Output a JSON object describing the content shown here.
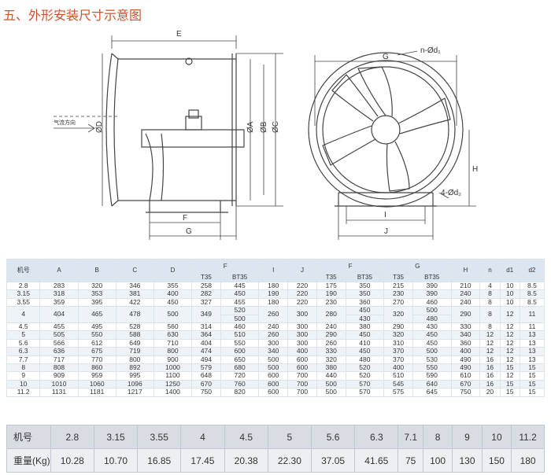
{
  "title": "五、外形安装尺寸示意图",
  "drawing": {
    "labels": {
      "E": "E",
      "D": "ØD",
      "A": "ØA",
      "B": "ØB",
      "C": "ØC",
      "F": "F",
      "G": "G",
      "flow": "气流方向",
      "n": "n-Ød₁",
      "gtop": "G",
      "H": "H",
      "d2": "4-Ød₂",
      "I": "I",
      "J": "J"
    }
  },
  "spec": {
    "head1": [
      "机号",
      "A",
      "B",
      "C",
      "D",
      "F",
      "I",
      "J",
      "F",
      "G",
      "H",
      "n",
      "d1",
      "d2"
    ],
    "head2": [
      "T35",
      "BT35",
      "T35",
      "BT35",
      "T35",
      "BT35"
    ],
    "rows": [
      [
        "2.8",
        "283",
        "320",
        "346",
        "355",
        "258",
        "445",
        "180",
        "220",
        "175",
        "350",
        "215",
        "390",
        "210",
        "4",
        "10",
        "8.5"
      ],
      [
        "3.15",
        "318",
        "353",
        "381",
        "400",
        "282",
        "450",
        "190",
        "220",
        "190",
        "350",
        "230",
        "390",
        "240",
        "8",
        "10",
        "8.5"
      ],
      [
        "3.55",
        "359",
        "395",
        "422",
        "450",
        "327",
        "455",
        "180",
        "220",
        "230",
        "360",
        "270",
        "460",
        "240",
        "8",
        "10",
        "8.5"
      ],
      [
        "4",
        "404",
        "465",
        "478",
        "500",
        "349",
        "520|500",
        "260",
        "300",
        "280",
        "450|430",
        "320",
        "500|480",
        "290",
        "8",
        "12",
        "11"
      ],
      [
        "4.5",
        "455",
        "495",
        "528",
        "560",
        "314",
        "460",
        "240",
        "300",
        "240",
        "380",
        "290",
        "430",
        "330",
        "8",
        "12",
        "11"
      ],
      [
        "5",
        "505",
        "550",
        "588",
        "630",
        "364",
        "510",
        "260",
        "300",
        "290",
        "450",
        "320",
        "450",
        "340",
        "12",
        "12",
        "13"
      ],
      [
        "5.6",
        "566",
        "612",
        "649",
        "710",
        "404",
        "550",
        "300",
        "300",
        "260",
        "410",
        "310",
        "450",
        "360",
        "12",
        "12",
        "13"
      ],
      [
        "6.3",
        "636",
        "675",
        "719",
        "800",
        "474",
        "600",
        "340",
        "400",
        "330",
        "450",
        "370",
        "500",
        "400",
        "12",
        "12",
        "13"
      ],
      [
        "7.7",
        "717",
        "770",
        "800",
        "900",
        "494",
        "650",
        "500",
        "600",
        "320",
        "480",
        "370",
        "530",
        "490",
        "16",
        "12",
        "13"
      ],
      [
        "8",
        "808",
        "860",
        "892",
        "1000",
        "579",
        "680",
        "500",
        "600",
        "380",
        "520",
        "400",
        "550",
        "490",
        "16",
        "15",
        "15"
      ],
      [
        "9",
        "909",
        "959",
        "995",
        "1100",
        "648",
        "720",
        "600",
        "700",
        "440",
        "520",
        "510",
        "590",
        "610",
        "16",
        "12",
        "15"
      ],
      [
        "10",
        "1010",
        "1060",
        "1096",
        "1250",
        "670",
        "760",
        "600",
        "700",
        "500",
        "570",
        "545",
        "640",
        "670",
        "16",
        "15",
        "15"
      ],
      [
        "11.2",
        "1131",
        "1181",
        "1217",
        "1400",
        "750",
        "820",
        "600",
        "700",
        "500",
        "570",
        "575",
        "645",
        "750",
        "20",
        "15",
        "15"
      ]
    ]
  },
  "weight": {
    "label1": "机号",
    "label2": "重量(Kg)",
    "models": [
      "2.8",
      "3.15",
      "3.55",
      "4",
      "4.5",
      "5",
      "5.6",
      "6.3",
      "7.1",
      "8",
      "9",
      "10",
      "11.2"
    ],
    "weights": [
      "10.28",
      "10.70",
      "16.85",
      "17.45",
      "20.38",
      "22.30",
      "37.05",
      "41.65",
      "75",
      "100",
      "130",
      "150",
      "180"
    ]
  }
}
